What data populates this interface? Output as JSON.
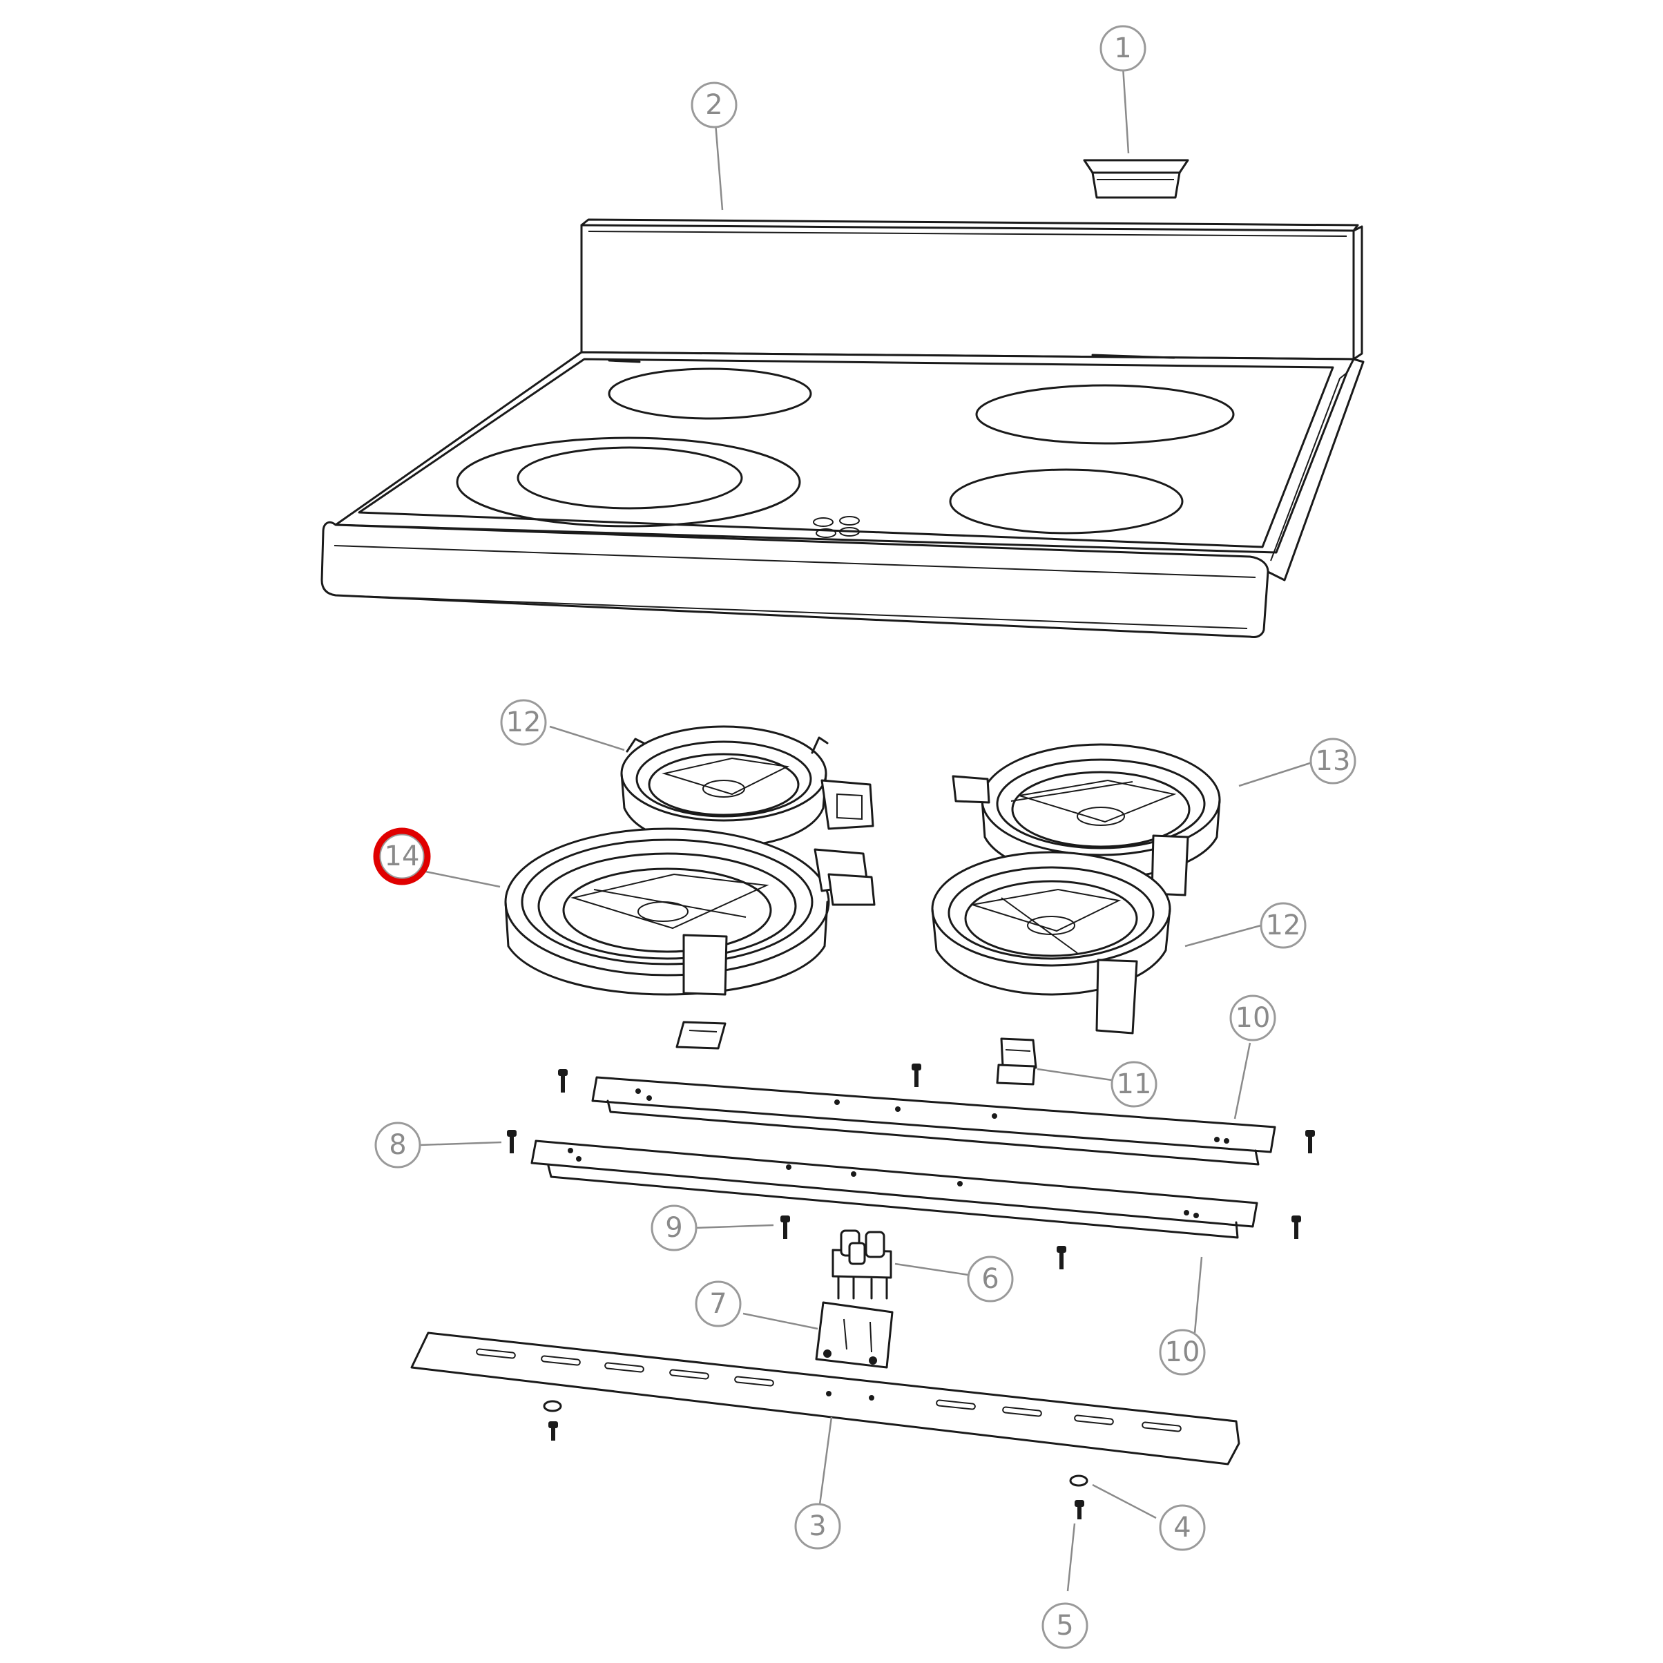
{
  "callouts": [
    {
      "id": "c1",
      "label": "1"
    },
    {
      "id": "c2",
      "label": "2"
    },
    {
      "id": "c3",
      "label": "3"
    },
    {
      "id": "c4",
      "label": "4"
    },
    {
      "id": "c5",
      "label": "5"
    },
    {
      "id": "c6",
      "label": "6"
    },
    {
      "id": "c7",
      "label": "7"
    },
    {
      "id": "c8",
      "label": "8"
    },
    {
      "id": "c9",
      "label": "9"
    },
    {
      "id": "c10a",
      "label": "10"
    },
    {
      "id": "c10b",
      "label": "10"
    },
    {
      "id": "c11",
      "label": "11"
    },
    {
      "id": "c12a",
      "label": "12"
    },
    {
      "id": "c12b",
      "label": "12"
    },
    {
      "id": "c13",
      "label": "13"
    },
    {
      "id": "c14",
      "label": "14"
    }
  ],
  "highlight": {
    "callout": "14",
    "color": "#e00000"
  },
  "colors": {
    "line": "#1a1a1a",
    "callout": "#8a8a8a"
  }
}
